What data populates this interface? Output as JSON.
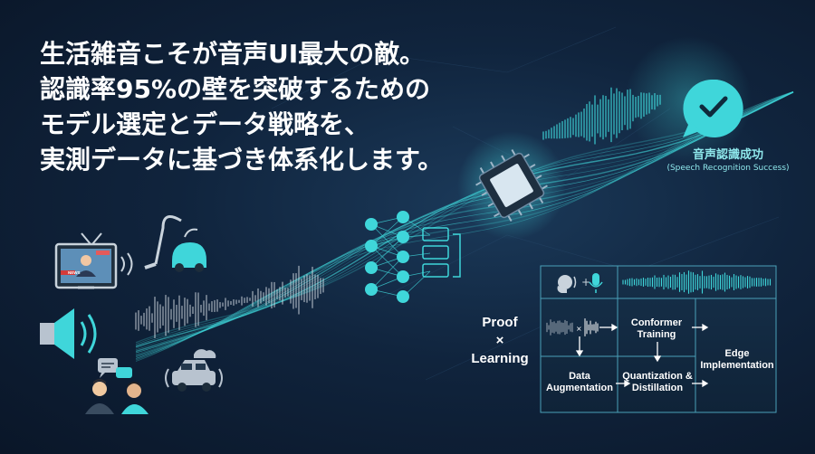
{
  "headline": {
    "line1": "生活雑音こそが音声UI最大の敵。",
    "line2": "認識率95%の壁を突破するための",
    "line3": "モデル選定とデータ戦略を、",
    "line4": "実測データに基づき体系化します。"
  },
  "success": {
    "label": "音声認識成功",
    "sublabel": "(Speech Recognition Success)"
  },
  "tv_badge": "NEWS",
  "proof_learning": {
    "line1": "Proof",
    "symbol": "×",
    "line2": "Learning"
  },
  "flow": {
    "conformer": "Conformer Training",
    "edge": "Edge Implementation",
    "augmentation": "Data Augmentation",
    "quantization": "Quantization & Distillation"
  },
  "colors": {
    "background": "#10243d",
    "accent_cyan": "#3fd6da",
    "icon_gray": "#b8c3cf"
  },
  "icons": [
    "television-icon",
    "vacuum-cleaner-icon",
    "speaker-icon",
    "conversation-icon",
    "car-icon",
    "neural-network-icon",
    "chip-icon",
    "checkmark-bubble-icon",
    "person-speaking-icon",
    "microphone-icon"
  ]
}
